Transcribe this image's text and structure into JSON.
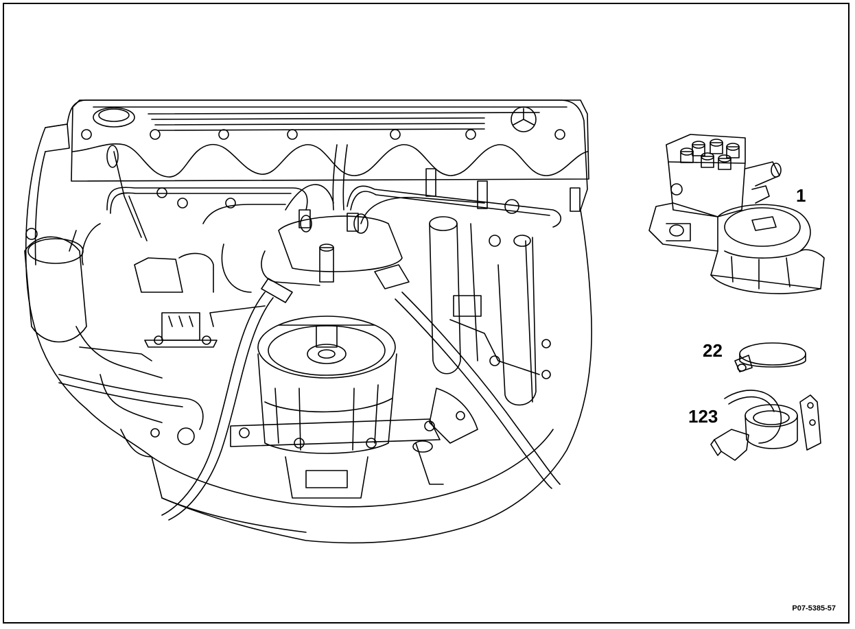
{
  "figure": {
    "callouts": [
      {
        "id": "part-1",
        "label": "1",
        "part": "injection-pump"
      },
      {
        "id": "part-22",
        "label": "22",
        "part": "hose-clamp"
      },
      {
        "id": "part-123",
        "label": "123",
        "part": "vacuum-pump"
      }
    ],
    "reference_code": "P07-5385-57"
  }
}
